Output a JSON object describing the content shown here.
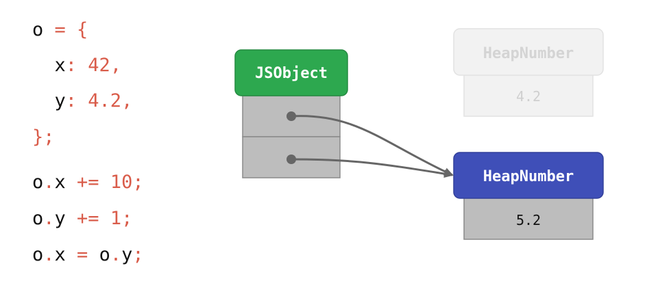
{
  "code": {
    "lines": [
      [
        {
          "t": "o",
          "k": "ident"
        },
        {
          "t": " = {",
          "k": "punct"
        }
      ],
      [
        {
          "t": "  ",
          "k": "ident"
        },
        {
          "t": "x",
          "k": "ident"
        },
        {
          "t": ": ",
          "k": "punct"
        },
        {
          "t": "42",
          "k": "num"
        },
        {
          "t": ",",
          "k": "punct"
        }
      ],
      [
        {
          "t": "  ",
          "k": "ident"
        },
        {
          "t": "y",
          "k": "ident"
        },
        {
          "t": ": ",
          "k": "punct"
        },
        {
          "t": "4.2",
          "k": "num"
        },
        {
          "t": ",",
          "k": "punct"
        }
      ],
      [
        {
          "t": "};",
          "k": "punct"
        }
      ],
      [
        {
          "t": "o",
          "k": "ident"
        },
        {
          "t": ".",
          "k": "punct"
        },
        {
          "t": "x",
          "k": "ident"
        },
        {
          "t": " += ",
          "k": "punct"
        },
        {
          "t": "10",
          "k": "num"
        },
        {
          "t": ";",
          "k": "punct"
        }
      ],
      [
        {
          "t": "o",
          "k": "ident"
        },
        {
          "t": ".",
          "k": "punct"
        },
        {
          "t": "y",
          "k": "ident"
        },
        {
          "t": " += ",
          "k": "punct"
        },
        {
          "t": "1",
          "k": "num"
        },
        {
          "t": ";",
          "k": "punct"
        }
      ],
      [
        {
          "t": "o",
          "k": "ident"
        },
        {
          "t": ".",
          "k": "punct"
        },
        {
          "t": "x",
          "k": "ident"
        },
        {
          "t": " = ",
          "k": "punct"
        },
        {
          "t": "o",
          "k": "ident"
        },
        {
          "t": ".",
          "k": "punct"
        },
        {
          "t": "y",
          "k": "ident"
        },
        {
          "t": ";",
          "k": "punct"
        }
      ]
    ]
  },
  "diagram": {
    "jsobject": {
      "label": "JSObject",
      "color": "#2da84f"
    },
    "old_heap": {
      "label": "HeapNumber",
      "value": "4.2"
    },
    "new_heap": {
      "label": "HeapNumber",
      "value": "5.2",
      "color": "#3f4fb8"
    }
  },
  "colors": {
    "code_text": "#111111",
    "code_punct": "#d95c4a",
    "cell_fill": "#bdbdbd",
    "arrow": "#666666"
  }
}
